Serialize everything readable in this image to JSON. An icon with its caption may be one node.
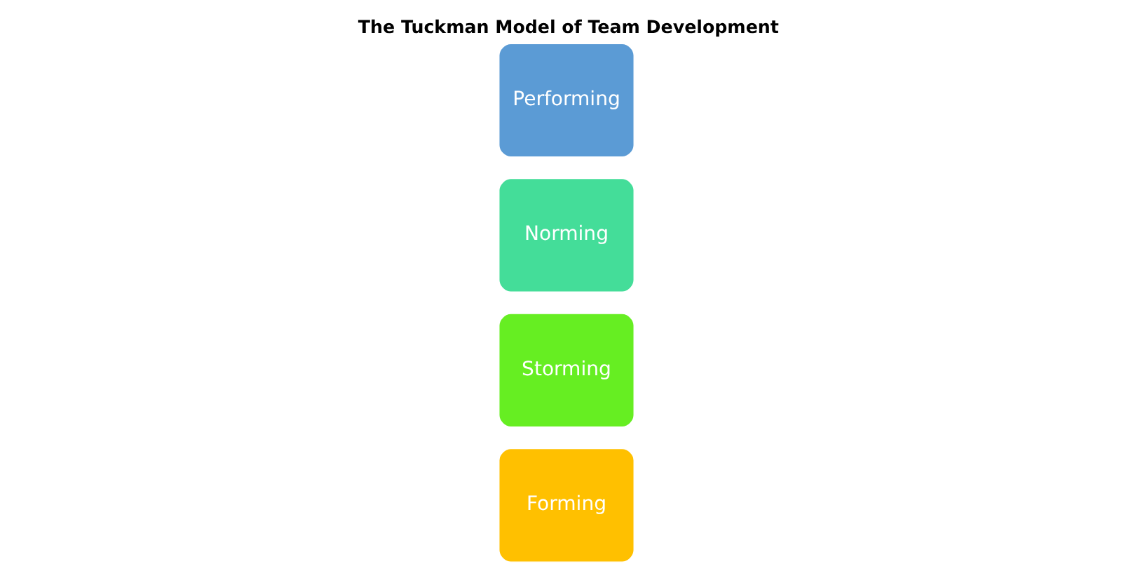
{
  "diagram": {
    "title": "The Tuckman Model of Team Development",
    "nodes": [
      {
        "text": [
          "Forming"
        ]
      },
      {
        "text": [
          "Storming"
        ]
      },
      {
        "text": [
          "Norming"
        ]
      },
      {
        "text": [
          "Performing"
        ]
      }
    ]
  }
}
